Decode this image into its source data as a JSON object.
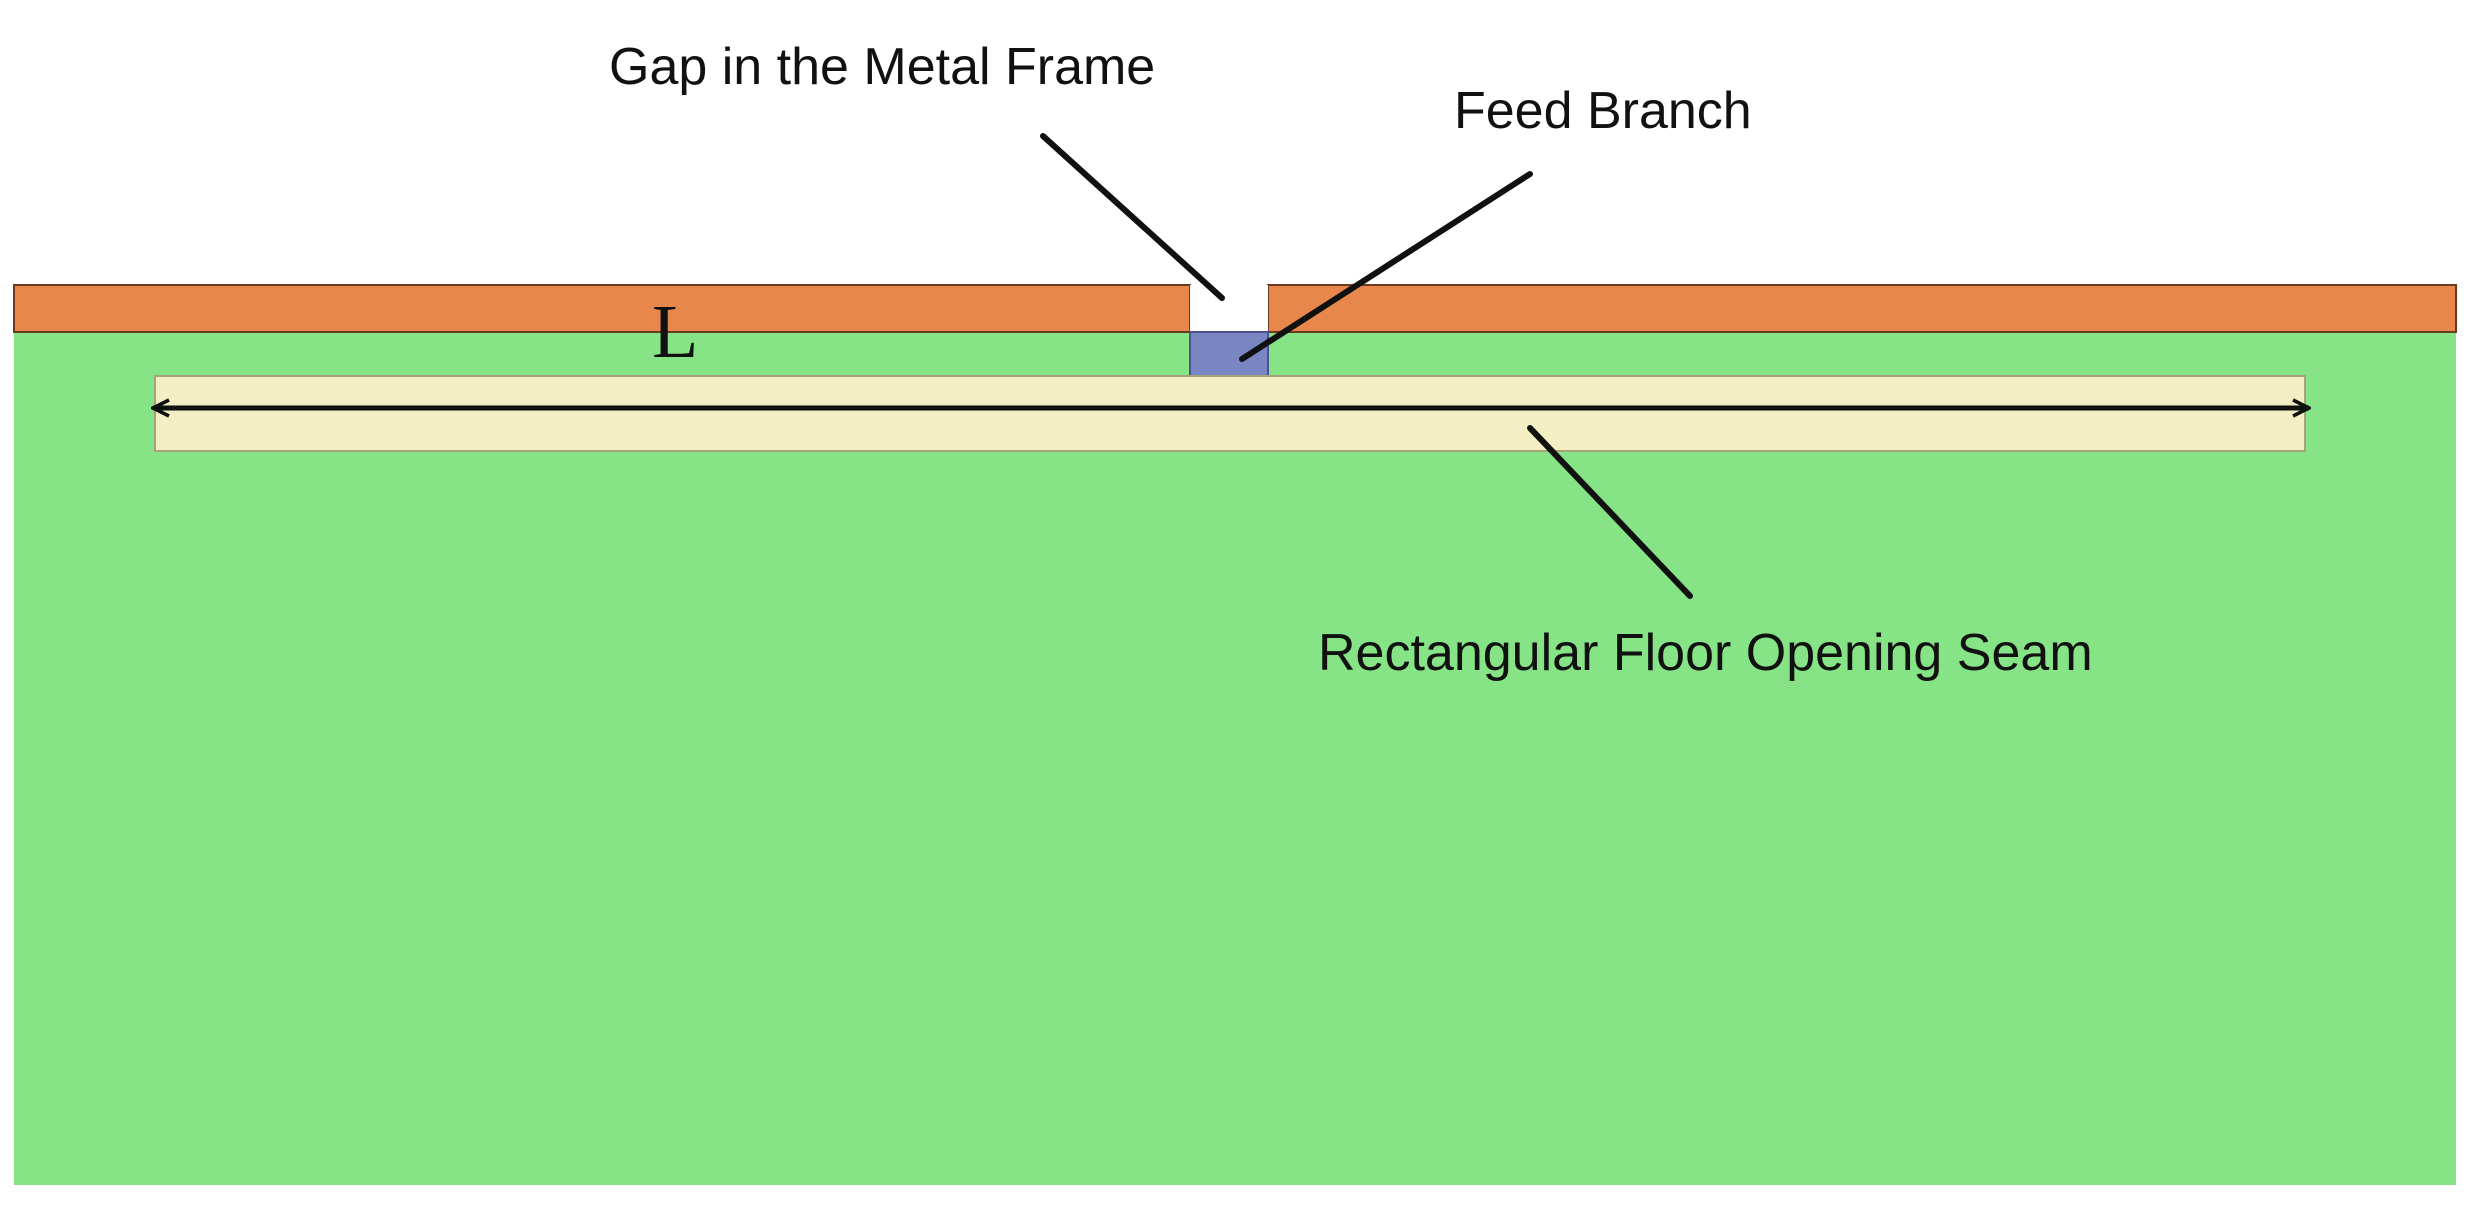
{
  "colors": {
    "background": "#ffffff",
    "ground": "#86e386",
    "metal_frame": "#e8874b",
    "seam": "#f4efc3",
    "feed_branch": "#7a86c2",
    "leader_line": "#111111"
  },
  "labels": {
    "gap": "Gap in the Metal Frame",
    "feed": "Feed Branch",
    "seam": "Rectangular Floor Opening Seam"
  },
  "dimension": {
    "label": "L"
  }
}
